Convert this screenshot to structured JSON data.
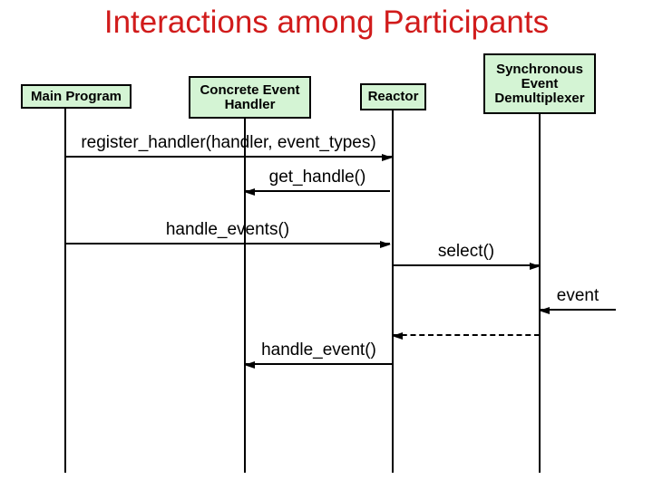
{
  "title": "Interactions among Participants",
  "colors": {
    "title_text": "#d11b1b",
    "participant_fill": "#d4f4d4",
    "participant_border": "#000000",
    "line": "#000000",
    "background": "#ffffff"
  },
  "participants": [
    {
      "name": "Main Program",
      "lines": [
        "Main Program"
      ]
    },
    {
      "name": "Concrete Event Handler",
      "lines": [
        "Concrete Event",
        "Handler"
      ]
    },
    {
      "name": "Reactor",
      "lines": [
        "Reactor"
      ]
    },
    {
      "name": "Synchronous Event Demultiplexer",
      "lines": [
        "Synchronous",
        "Event",
        "Demultiplexer"
      ]
    }
  ],
  "messages": [
    {
      "label": "register_handler(handler, event_types)",
      "from": "Main Program",
      "to": "Reactor",
      "style": "solid",
      "direction": "right"
    },
    {
      "label": "get_handle()",
      "from": "Reactor",
      "to": "Concrete Event Handler",
      "style": "solid",
      "direction": "left"
    },
    {
      "label": "handle_events()",
      "from": "Main Program",
      "to": "Reactor",
      "style": "solid",
      "direction": "right"
    },
    {
      "label": "select()",
      "from": "Reactor",
      "to": "Synchronous Event Demultiplexer",
      "style": "solid",
      "direction": "right"
    },
    {
      "label": "event",
      "from": "",
      "to": "Synchronous Event Demultiplexer",
      "style": "solid",
      "direction": "left"
    },
    {
      "label": "",
      "from": "Synchronous Event Demultiplexer",
      "to": "Reactor",
      "style": "dashed",
      "direction": "left"
    },
    {
      "label": "handle_event()",
      "from": "Reactor",
      "to": "Concrete Event Handler",
      "style": "solid",
      "direction": "left"
    }
  ]
}
